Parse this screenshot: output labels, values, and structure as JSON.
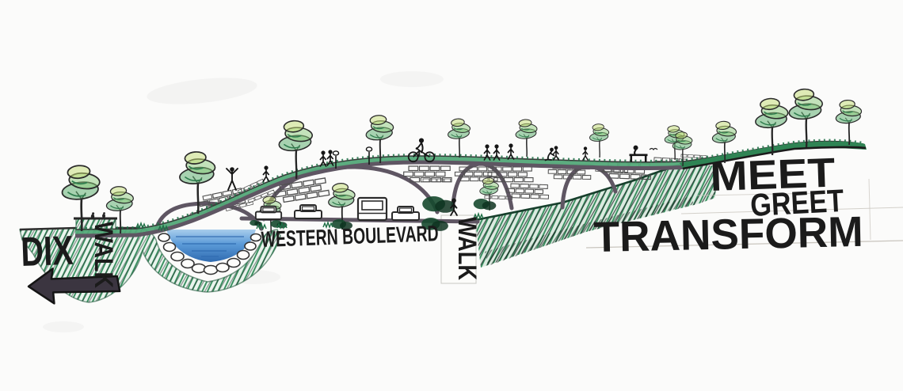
{
  "sketch": {
    "kind": "hand-drawn park land-bridge concept section sketch",
    "labels": {
      "dix": "DIX",
      "walk_left": "WALK",
      "walk_right": "WALK",
      "street": "WESTERN BOULEVARD",
      "meet": "MEET",
      "greet": "GREET",
      "transform": "TRANSFORM"
    },
    "colors": {
      "ink": "#1b1b1b",
      "structure": "#5f5663",
      "grass": "#2f8a58",
      "grass_dark": "#1e6f45",
      "grass_band": "#53a878",
      "water": "#4a86c8",
      "pencil": "#c9c5be",
      "paper": "#fbfbfa"
    }
  }
}
